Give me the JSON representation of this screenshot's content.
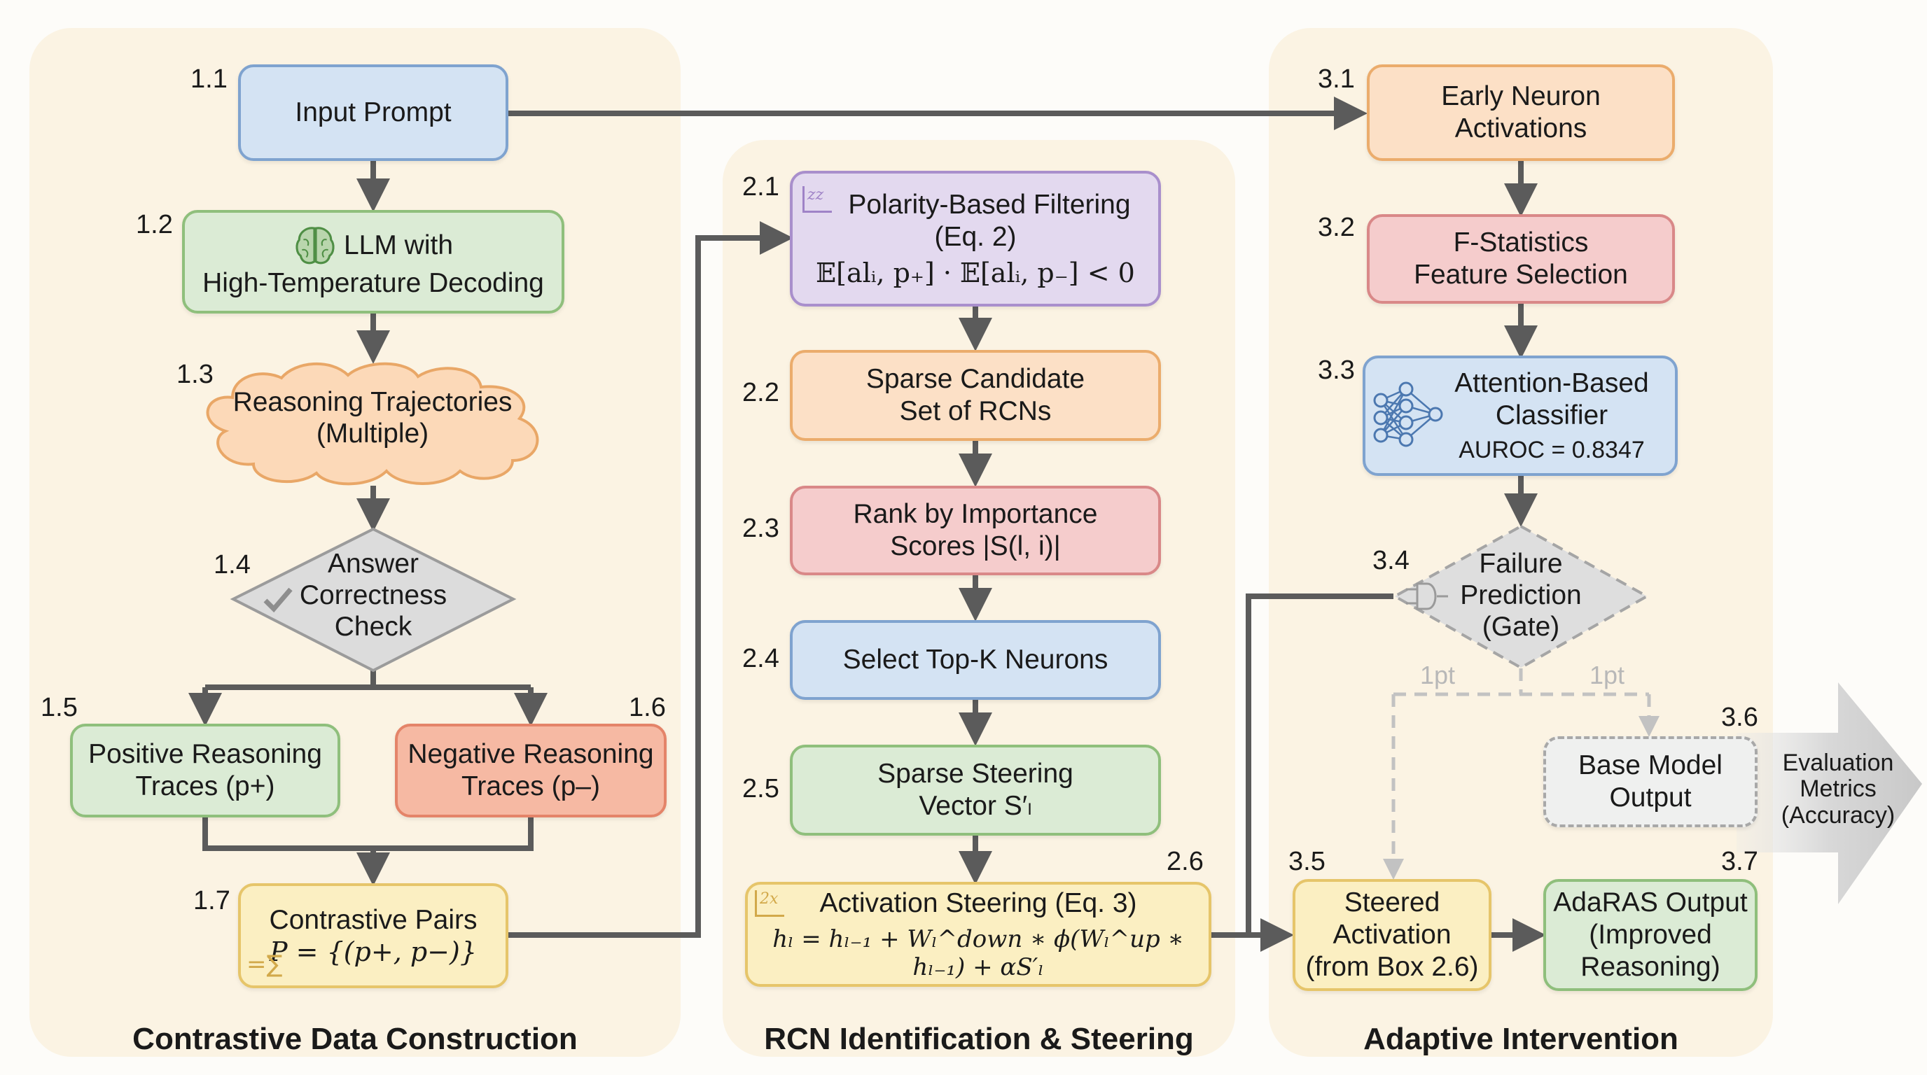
{
  "panels": {
    "p1": {
      "title": "Contrastive Data Construction"
    },
    "p2": {
      "title": "RCN Identification & Steering"
    },
    "p3": {
      "title": "Adaptive Intervention"
    }
  },
  "nodes": {
    "n1_1": {
      "num": "1.1",
      "label": "Input Prompt"
    },
    "n1_2": {
      "num": "1.2",
      "line1": "LLM with",
      "line2": "High-Temperature Decoding",
      "icon": "brain-icon"
    },
    "n1_3": {
      "num": "1.3",
      "line1": "Reasoning Trajectories",
      "line2": "(Multiple)"
    },
    "n1_4": {
      "num": "1.4",
      "line1": "Answer",
      "line2": "Correctness",
      "line3": "Check",
      "icon": "checkmark-icon"
    },
    "n1_5": {
      "num": "1.5",
      "line1": "Positive Reasoning",
      "line2": "Traces (p+)"
    },
    "n1_6": {
      "num": "1.6",
      "line1": "Negative Reasoning",
      "line2": "Traces (p–)"
    },
    "n1_7": {
      "num": "1.7",
      "line1": "Contrastive Pairs",
      "formula": "P = {(p+, p−)}",
      "icon": "sum-icon"
    },
    "n2_1": {
      "num": "2.1",
      "line1": "Polarity-Based Filtering",
      "line2": "(Eq. 2)",
      "formula": "𝔼[alᵢ, p₊] · 𝔼[alᵢ, p₋] < 0",
      "icon": "formula-icon"
    },
    "n2_2": {
      "num": "2.2",
      "line1": "Sparse Candidate",
      "line2": "Set of RCNs"
    },
    "n2_3": {
      "num": "2.3",
      "line1": "Rank by Importance",
      "line2": "Scores |S(l, i)|"
    },
    "n2_4": {
      "num": "2.4",
      "label": "Select Top-K Neurons"
    },
    "n2_5": {
      "num": "2.5",
      "line1": "Sparse Steering",
      "line2": "Vector S′ₗ"
    },
    "n2_6": {
      "num": "2.6",
      "line1": "Activation Steering (Eq. 3)",
      "formula": "hₗ = hₗ₋₁ + Wₗ^down ∗ ϕ(Wₗ^up ∗ hₗ₋₁) + αS′ₗ",
      "icon": "formula-icon"
    },
    "n3_1": {
      "num": "3.1",
      "line1": "Early Neuron",
      "line2": "Activations"
    },
    "n3_2": {
      "num": "3.2",
      "line1": "F-Statistics",
      "line2": "Feature Selection"
    },
    "n3_3": {
      "num": "3.3",
      "line1": "Attention-Based",
      "line2": "Classifier",
      "line3": "AUROC = 0.8347",
      "icon": "neural-network-icon"
    },
    "n3_4": {
      "num": "3.4",
      "line1": "Failure",
      "line2": "Prediction",
      "line3": "(Gate)",
      "icon": "logic-gate-icon"
    },
    "n3_5": {
      "num": "3.5",
      "line1": "Steered",
      "line2": "Activation",
      "line3": "(from Box 2.6)"
    },
    "n3_6": {
      "num": "3.6",
      "line1": "Base Model",
      "line2": "Output"
    },
    "n3_7": {
      "num": "3.7",
      "line1": "AdaRAS Output",
      "line2": "(Improved",
      "line3": "Reasoning)"
    }
  },
  "edge_labels": {
    "left": "1pt",
    "right": "1pt"
  },
  "evaluation": {
    "line1": "Evaluation",
    "line2": "Metrics",
    "line3": "(Accuracy)"
  }
}
